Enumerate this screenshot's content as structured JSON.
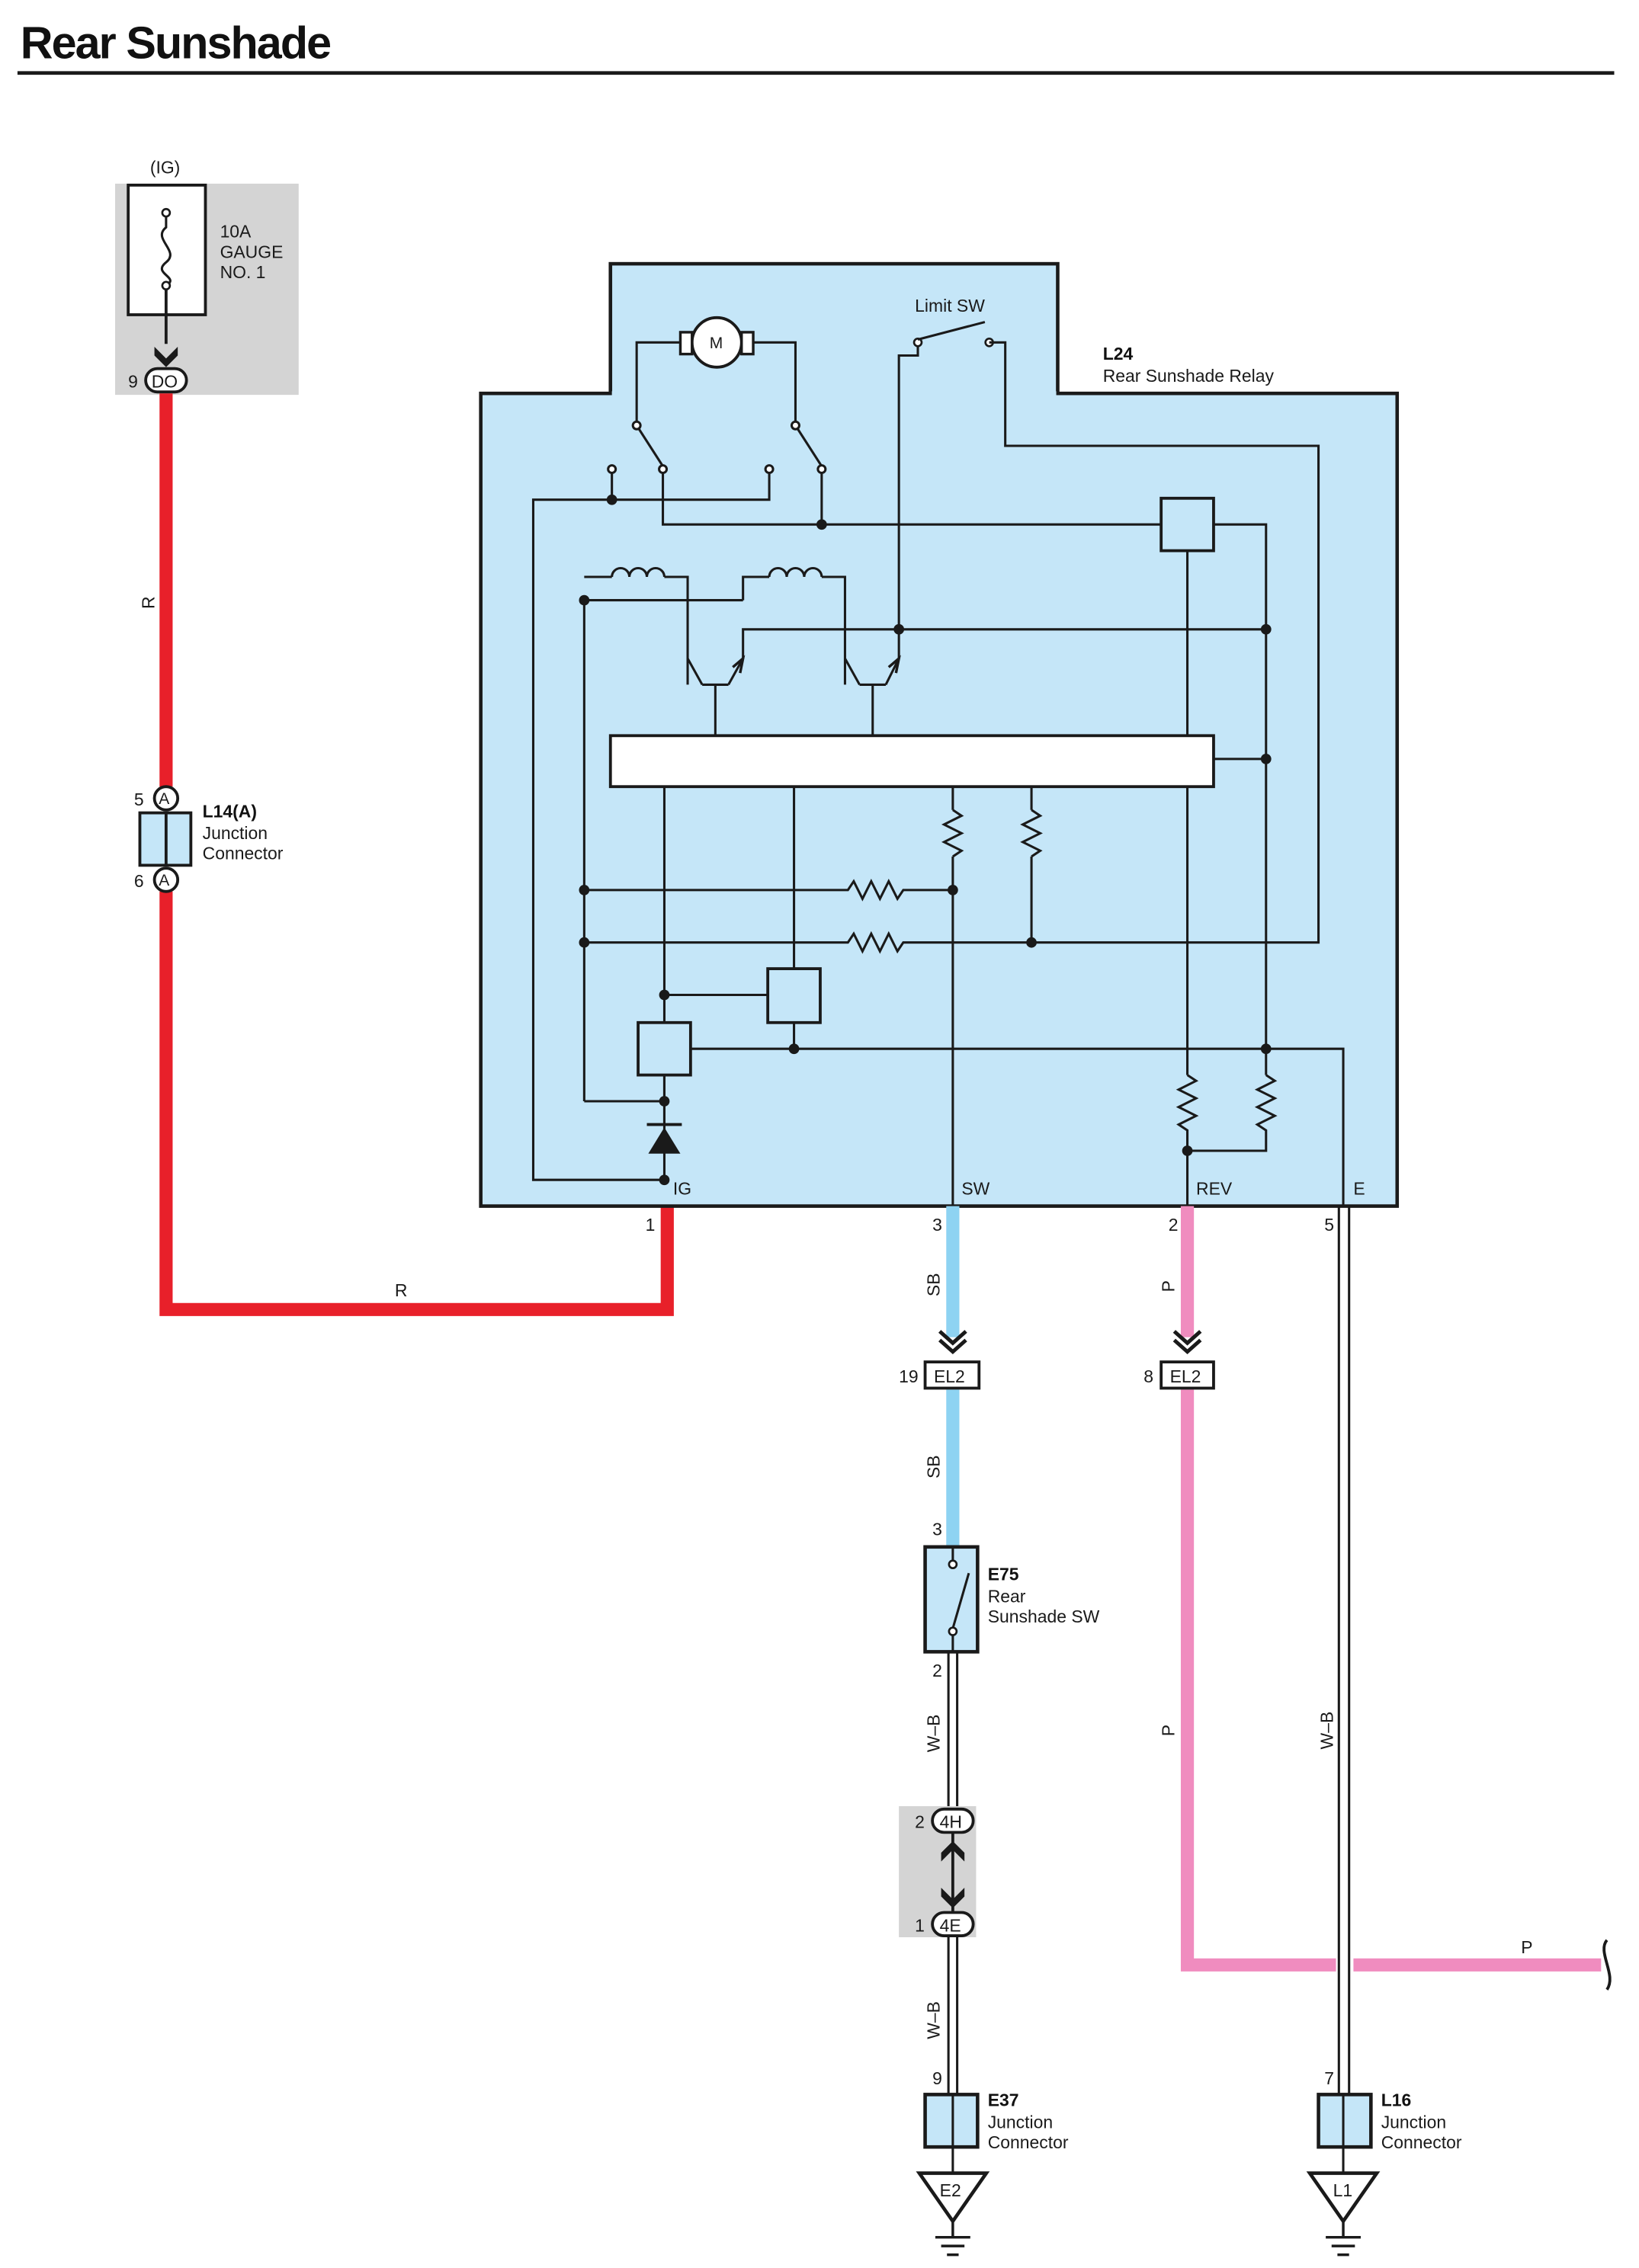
{
  "title": "Rear Sunshade",
  "fuse": {
    "circuit": "(IG)",
    "rating": "10A",
    "name_line1": "GAUGE",
    "name_line2": "NO. 1",
    "pin": "9",
    "connector": "DO"
  },
  "relay": {
    "id": "L24",
    "name": "Rear Sunshade Relay",
    "motor": "M",
    "limit_switch": "Limit SW",
    "terminals": [
      {
        "name": "IG",
        "pin": "1"
      },
      {
        "name": "SW",
        "pin": "3"
      },
      {
        "name": "REV",
        "pin": "2"
      },
      {
        "name": "E",
        "pin": "5"
      }
    ]
  },
  "junction_l14": {
    "id": "L14(A)",
    "line1": "Junction",
    "line2": "Connector",
    "pin_top": "5",
    "pin_bottom": "6",
    "letter": "A"
  },
  "inline_el2_sw": {
    "pin": "19",
    "connector": "EL2"
  },
  "inline_el2_rev": {
    "pin": "8",
    "connector": "EL2"
  },
  "switch_e75": {
    "id": "E75",
    "line1": "Rear",
    "line2": "Sunshade SW",
    "pin_top": "3",
    "pin_bottom": "2"
  },
  "inline_4h": {
    "pin": "2",
    "connector": "4H"
  },
  "inline_4e": {
    "pin": "1",
    "connector": "4E"
  },
  "junction_e37": {
    "id": "E37",
    "line1": "Junction",
    "line2": "Connector",
    "pin": "9",
    "ground": "E2"
  },
  "junction_l16": {
    "id": "L16",
    "line1": "Junction",
    "line2": "Connector",
    "pin": "7",
    "ground": "L1"
  },
  "wires": {
    "red": "R",
    "sky_blue": "SB",
    "pink": "P",
    "white_black": "W–B"
  },
  "colors": {
    "red_wire": "#e8202a",
    "sky_blue_wire": "#8ed3f2",
    "pink_wire": "#f08cbf",
    "component_fill": "#c5e6f8",
    "connector_shade": "#d4d4d4"
  }
}
